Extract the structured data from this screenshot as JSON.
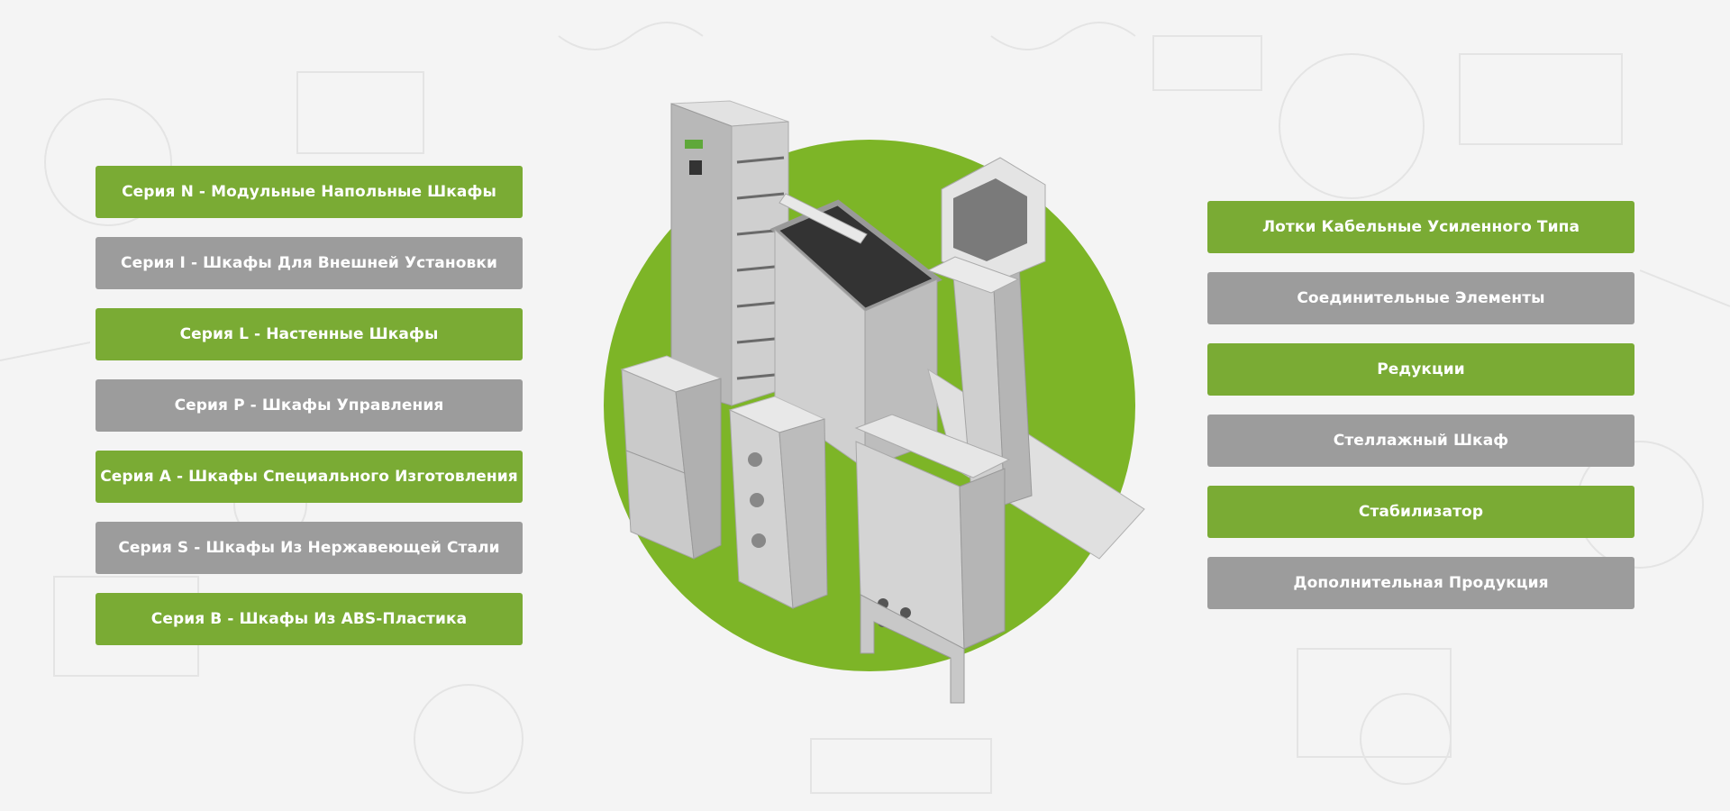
{
  "colors": {
    "accent_green": "#7aab34",
    "gray_button": "#9c9c9c",
    "circle_green": "#7db527",
    "background": "#f4f4f4"
  },
  "left_menu": {
    "items": [
      {
        "label": "Серия N - Модульные Напольные Шкафы",
        "style": "green"
      },
      {
        "label": "Серия I - Шкафы Для Внешней Установки",
        "style": "gray"
      },
      {
        "label": "Серия L - Настенные Шкафы",
        "style": "green"
      },
      {
        "label": "Серия P - Шкафы Управления",
        "style": "gray"
      },
      {
        "label": "Серия A - Шкафы Специального Изготовления",
        "style": "green"
      },
      {
        "label": "Серия S - Шкафы Из Нержавеющей Стали",
        "style": "gray"
      },
      {
        "label": "Серия B - Шкафы Из ABS-Пластика",
        "style": "green"
      }
    ]
  },
  "right_menu": {
    "items": [
      {
        "label": "Лотки Кабельные Усиленного Типа",
        "style": "green"
      },
      {
        "label": "Соединительные Элементы",
        "style": "gray"
      },
      {
        "label": "Редукции",
        "style": "green"
      },
      {
        "label": "Стеллажный Шкаф",
        "style": "gray"
      },
      {
        "label": "Стабилизатор",
        "style": "green"
      },
      {
        "label": "Дополнительная Продукция",
        "style": "gray"
      }
    ]
  },
  "hero": {
    "icon": "enclosures-product-illustration"
  }
}
